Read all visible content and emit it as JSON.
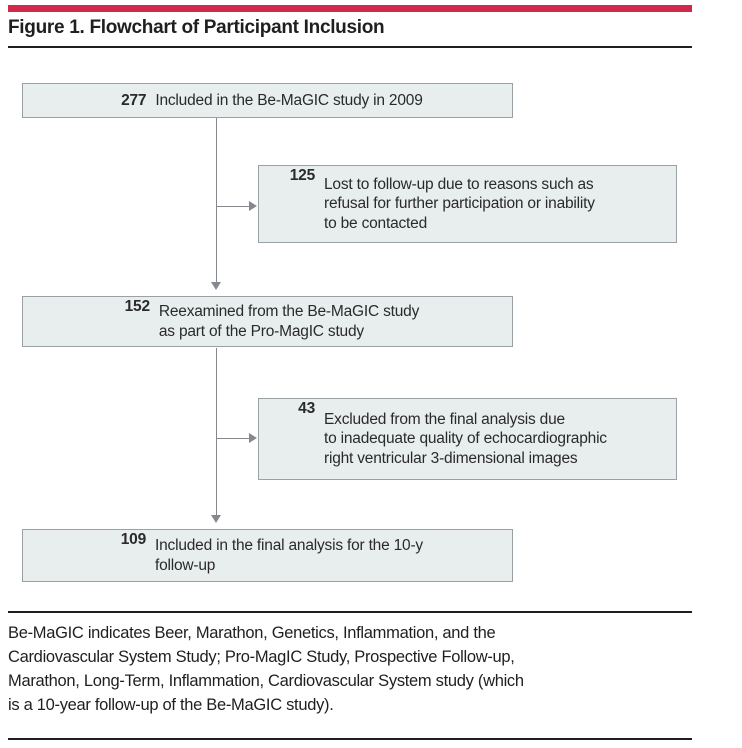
{
  "title": "Figure 1. Flowchart of Participant Inclusion",
  "colors": {
    "accent_red": "#d0294a",
    "box_fill": "#e8edee",
    "box_border": "#9aa1a5",
    "arrow_gray": "#85898d",
    "rule_dark": "#1f1f1f",
    "text_dark": "#2a2a2a"
  },
  "flowchart": {
    "boxes": [
      {
        "id": "included-2009",
        "number": "277",
        "lines": [
          "Included in the Be-MaGIC study in 2009"
        ]
      },
      {
        "id": "lost-to-followup",
        "number": "125",
        "lines": [
          "Lost to follow-up due to reasons such as",
          "refusal for further participation or inability",
          "to be contacted"
        ]
      },
      {
        "id": "reexamined",
        "number": "152",
        "lines": [
          "Reexamined from the Be-MaGIC study",
          "as part of the Pro-MagIC study"
        ]
      },
      {
        "id": "excluded",
        "number": "43",
        "lines": [
          "Excluded from the final analysis due",
          "to inadequate quality of echocardiographic",
          "right ventricular 3-dimensional images"
        ]
      },
      {
        "id": "final-analysis",
        "number": "109",
        "lines": [
          "Included in the final analysis for the 10-y",
          "follow-up"
        ]
      }
    ]
  },
  "footnote": {
    "lines": [
      "Be-MaGIC indicates Beer, Marathon, Genetics, Inflammation, and the",
      "Cardiovascular System Study; Pro-MagIC Study, Prospective Follow-up,",
      "Marathon, Long-Term, Inflammation, Cardiovascular System study (which",
      "is a 10-year follow-up of the Be-MaGIC study)."
    ]
  }
}
